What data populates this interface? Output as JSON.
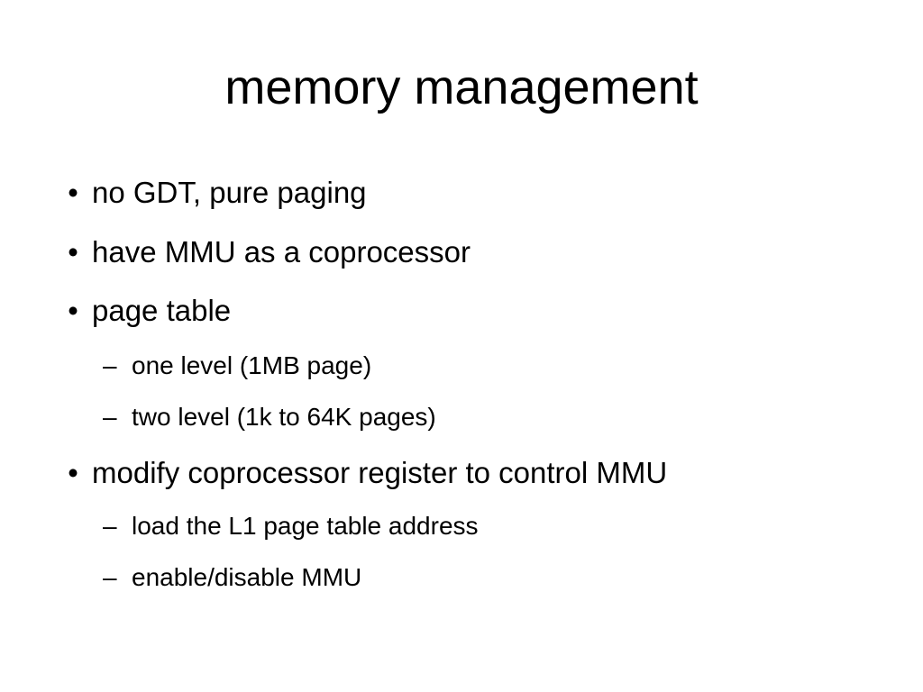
{
  "slide": {
    "title": "memory management",
    "bullet_marker": "•",
    "sub_marker": "–",
    "items": [
      {
        "text": "no GDT, pure paging"
      },
      {
        "text": "have MMU as a coprocessor"
      },
      {
        "text": "page table",
        "sub": [
          {
            "text": "one level (1MB page)"
          },
          {
            "text": "two level (1k to 64K pages)"
          }
        ]
      },
      {
        "text": "modify coprocessor register to control MMU",
        "sub": [
          {
            "text": "load the L1 page table address"
          },
          {
            "text": "enable/disable MMU"
          }
        ]
      }
    ]
  }
}
